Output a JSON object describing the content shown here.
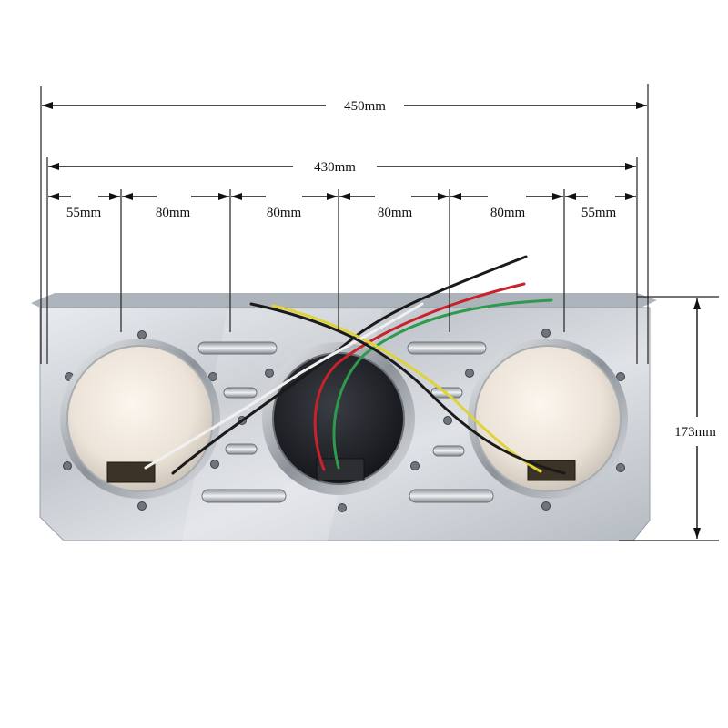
{
  "diagram": {
    "dimensions": {
      "overall_width": "450mm",
      "plate_width": "430mm",
      "height": "173mm",
      "segments": [
        "55mm",
        "80mm",
        "80mm",
        "80mm",
        "80mm",
        "55mm"
      ]
    },
    "components": {
      "lamps": [
        {
          "name": "left-lamp",
          "lens": "clear"
        },
        {
          "name": "center-lamp",
          "lens": "dark"
        },
        {
          "name": "right-lamp",
          "lens": "clear"
        }
      ],
      "wire_colors": [
        "#1a1a1a",
        "#c8222a",
        "#2e9a4e",
        "#e0d33a",
        "#f0f0f0"
      ],
      "plate_color": "#cfd3d8",
      "slot_count": 8
    }
  }
}
